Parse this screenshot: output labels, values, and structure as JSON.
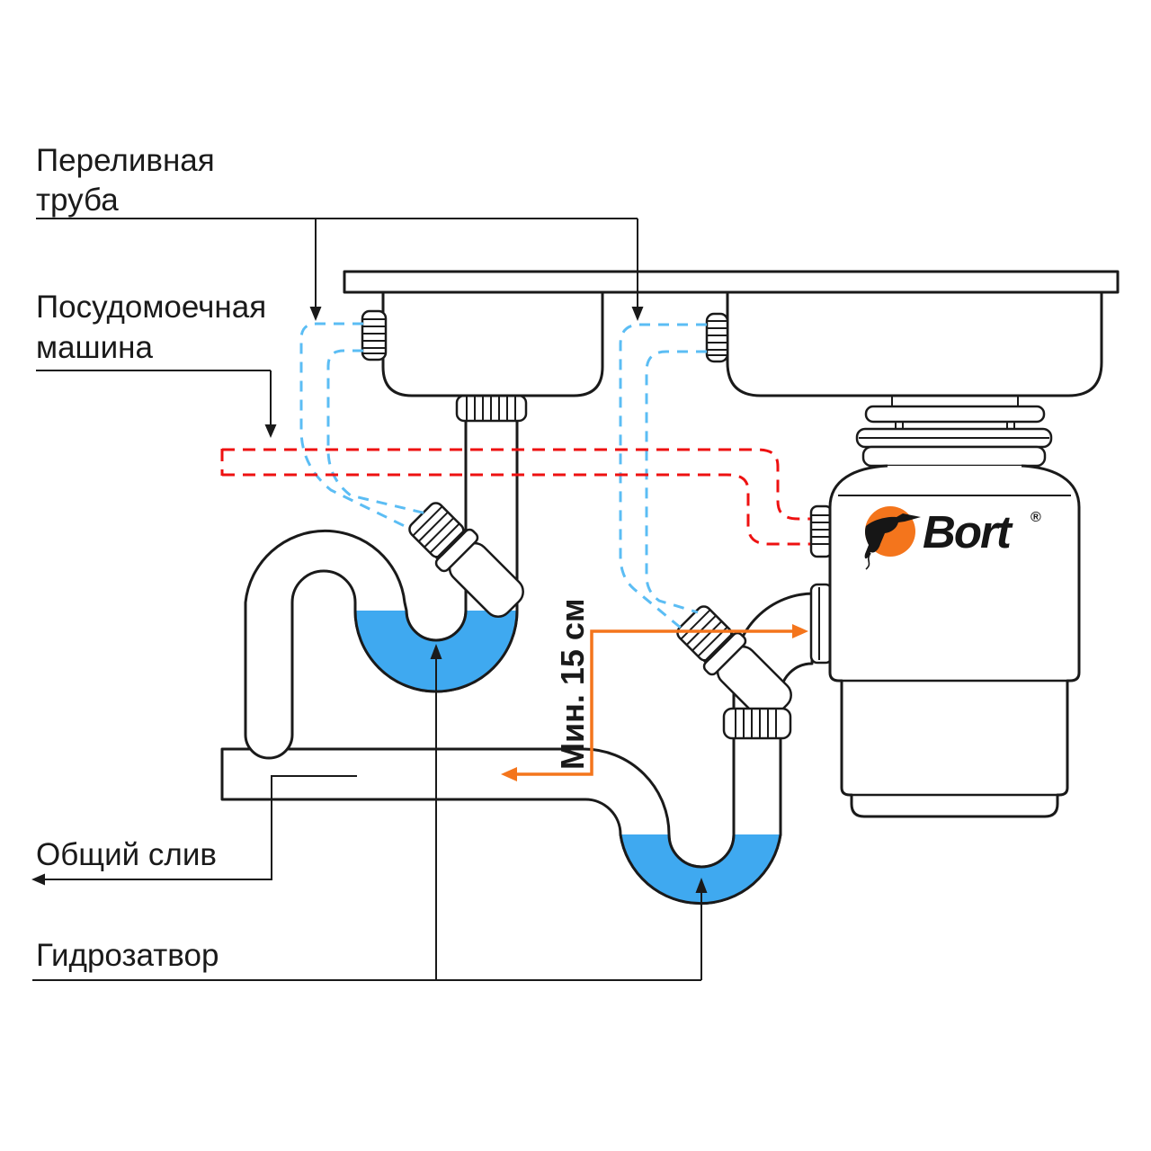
{
  "diagram": {
    "labels": {
      "overflow_pipe_line1": "Переливная",
      "overflow_pipe_line2": "труба",
      "dishwasher_line1": "Посудомоечная",
      "dishwasher_line2": "машина",
      "common_drain": "Общий слив",
      "water_trap": "Гидрозатвор",
      "min_height": "Мин. 15 см"
    },
    "brand": {
      "name": "Bort",
      "registered_mark": "®"
    },
    "colors": {
      "water": "#3FA9F0",
      "overflow_hose": "#5BBDF4",
      "dishwasher_hose": "#EE1111",
      "accent_orange": "#F4751C",
      "line": "#1a1a1a"
    }
  }
}
